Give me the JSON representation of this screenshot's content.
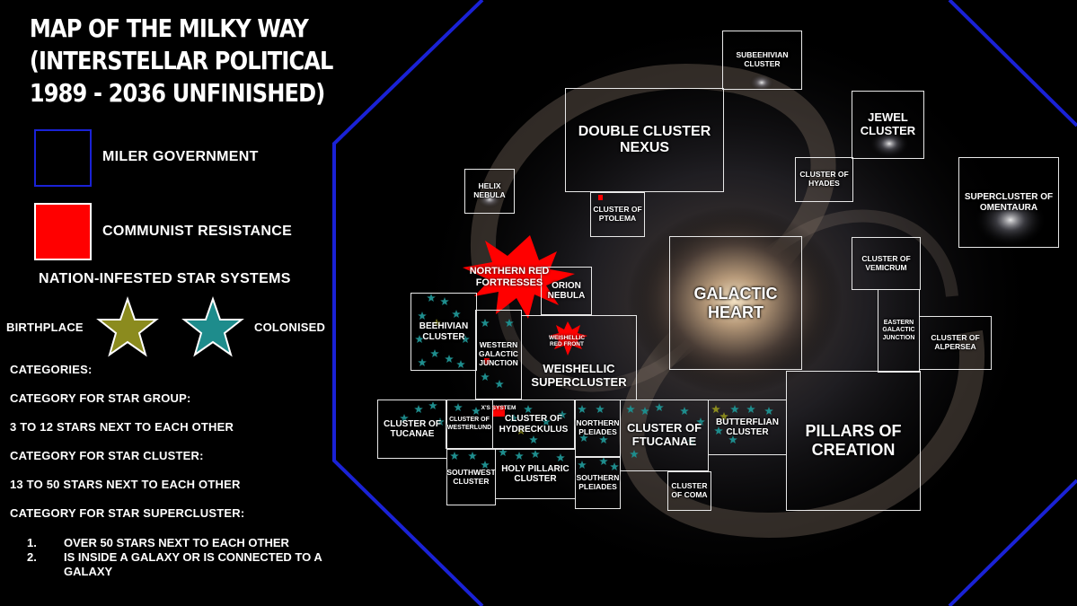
{
  "title": {
    "line1": "MAP OF THE MILKY WAY",
    "line2": "(INTERSTELLAR POLITICAL",
    "line3": "1989 - 2036 UNFINISHED)"
  },
  "legend": {
    "miler_label": "MILER GOVERNMENT",
    "communist_label": "COMMUNIST RESISTANCE",
    "stars_header": "NATION-INFESTED STAR SYSTEMS",
    "birthplace_label": "BIRTHPLACE",
    "colonised_label": "COLONISED",
    "colors": {
      "miler": "#1a22d6",
      "communist": "#ff0000",
      "birthplace_star": "#8b8b1e",
      "colonised_star": "#1e8c8c"
    }
  },
  "categories": {
    "header": "CATEGORIES:",
    "group_header": "CATEGORY FOR STAR GROUP:",
    "group_desc": "3 TO 12 STARS NEXT TO EACH OTHER",
    "cluster_header": "CATEGORY FOR STAR CLUSTER:",
    "cluster_desc": "13 TO 50 STARS NEXT TO EACH OTHER",
    "super_header": "CATEGORY FOR STAR SUPERCLUSTER:",
    "super_items": [
      {
        "num": "1.",
        "text": "OVER 50 STARS NEXT TO EACH OTHER"
      },
      {
        "num": "2.",
        "text": "IS INSIDE A GALAXY OR IS CONNECTED TO A GALAXY"
      }
    ]
  },
  "map": {
    "regions": {
      "subeehivian": "SUBEEHIVIAN CLUSTER",
      "double_cluster": "DOUBLE CLUSTER NEXUS",
      "jewel": "JEWEL CLUSTER",
      "helix": "HELIX NEBULA",
      "hyades": "CLUSTER OF HYADES",
      "omentaura": "SUPERCLUSTER OF OMENTAURA",
      "ptolema": "CLUSTER OF PTOLEMA",
      "galactic_heart": "GALACTIC HEART",
      "vemicrum": "CLUSTER OF VEMICRUM",
      "orion": "ORION NEBULA",
      "beehivian": "BEEHIVIAN CLUSTER",
      "western_junction": "WESTERN GALACTIC JUNCTION",
      "weishellic": "WEISHELLIC SUPERCLUSTER",
      "eastern_junction": "EASTERN GALACTIC JUNCTION",
      "alpersea": "CLUSTER OF ALPERSEA",
      "tucanae": "CLUSTER OF TUCANAE",
      "westerlund": "CLUSTER OF WESTERLUND",
      "hydreckulus": "CLUSTER OF HYDRECKULUS",
      "northern_pleiades": "NORTHERN PLEIADES",
      "ftucanae": "CLUSTER OF FTUCANAE",
      "butterflian": "BUTTERFLIAN CLUSTER",
      "pillars": "PILLARS OF CREATION",
      "southwest": "SOUTHWEST CLUSTER",
      "holy_pillaric": "HOLY PILLARIC CLUSTER",
      "southern_pleiades": "SOUTHERN PLEIADES",
      "coma": "CLUSTER OF COMA"
    },
    "northern_red_fortresses": "NORTHERN RED FORTRESSES",
    "weishellic_red_front": "WEISHELLIC RED FRONT",
    "xs_system": "X'S SYSTEM"
  }
}
